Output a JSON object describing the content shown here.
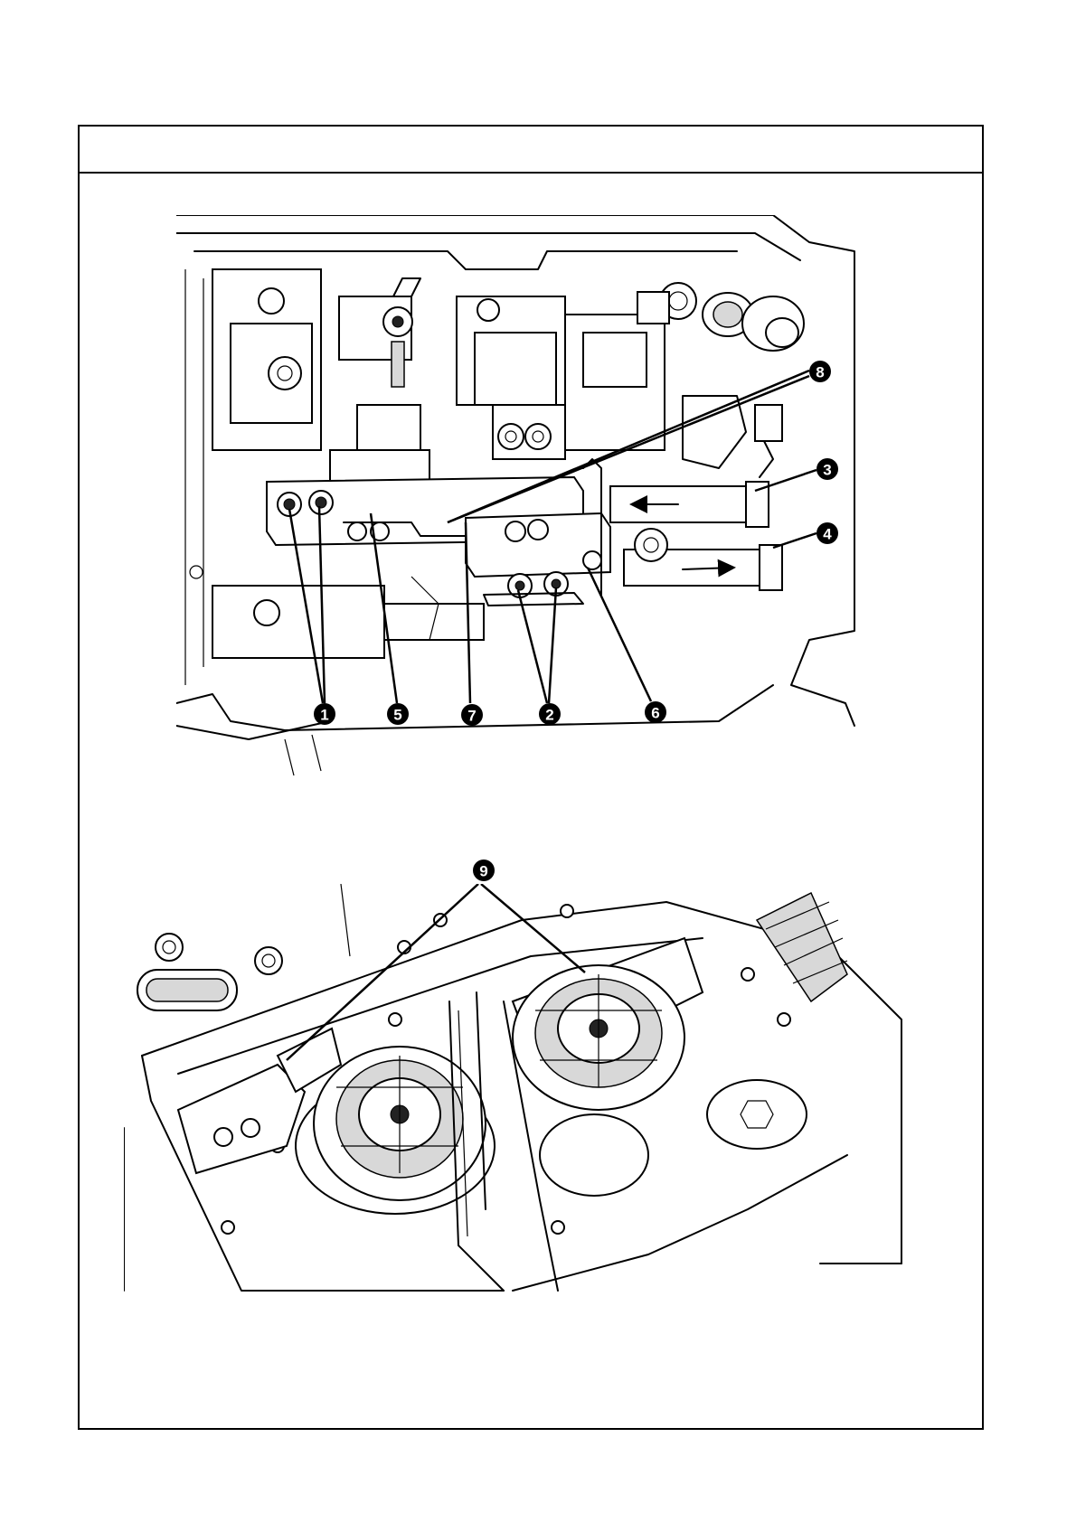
{
  "figure_top": {
    "callouts": [
      "1",
      "5",
      "7",
      "2",
      "6",
      "8",
      "3",
      "4"
    ]
  },
  "figure_bottom": {
    "callouts": [
      "9"
    ]
  }
}
